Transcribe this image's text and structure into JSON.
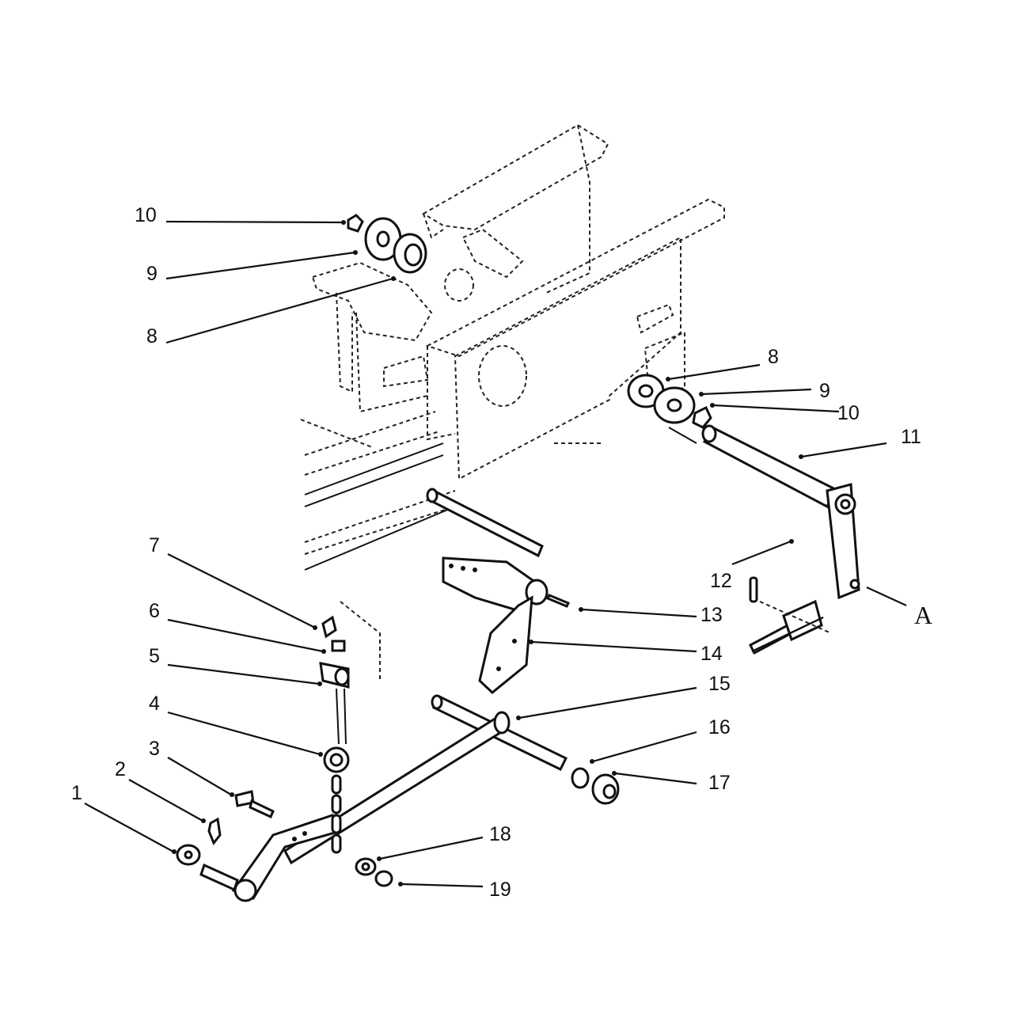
{
  "diagram": {
    "callouts": [
      {
        "id": "c10a",
        "label": "10"
      },
      {
        "id": "c9a",
        "label": "9"
      },
      {
        "id": "c8a",
        "label": "8"
      },
      {
        "id": "c8b",
        "label": "8"
      },
      {
        "id": "c9b",
        "label": "9"
      },
      {
        "id": "c10b",
        "label": "10"
      },
      {
        "id": "c11",
        "label": "11"
      },
      {
        "id": "c12",
        "label": "12"
      },
      {
        "id": "cA",
        "label": "A"
      },
      {
        "id": "c13",
        "label": "13"
      },
      {
        "id": "c14",
        "label": "14"
      },
      {
        "id": "c7",
        "label": "7"
      },
      {
        "id": "c6",
        "label": "6"
      },
      {
        "id": "c5",
        "label": "5"
      },
      {
        "id": "c4",
        "label": "4"
      },
      {
        "id": "c3",
        "label": "3"
      },
      {
        "id": "c2",
        "label": "2"
      },
      {
        "id": "c1",
        "label": "1"
      },
      {
        "id": "c15",
        "label": "15"
      },
      {
        "id": "c16",
        "label": "16"
      },
      {
        "id": "c17",
        "label": "17"
      },
      {
        "id": "c18",
        "label": "18"
      },
      {
        "id": "c19",
        "label": "19"
      }
    ]
  }
}
